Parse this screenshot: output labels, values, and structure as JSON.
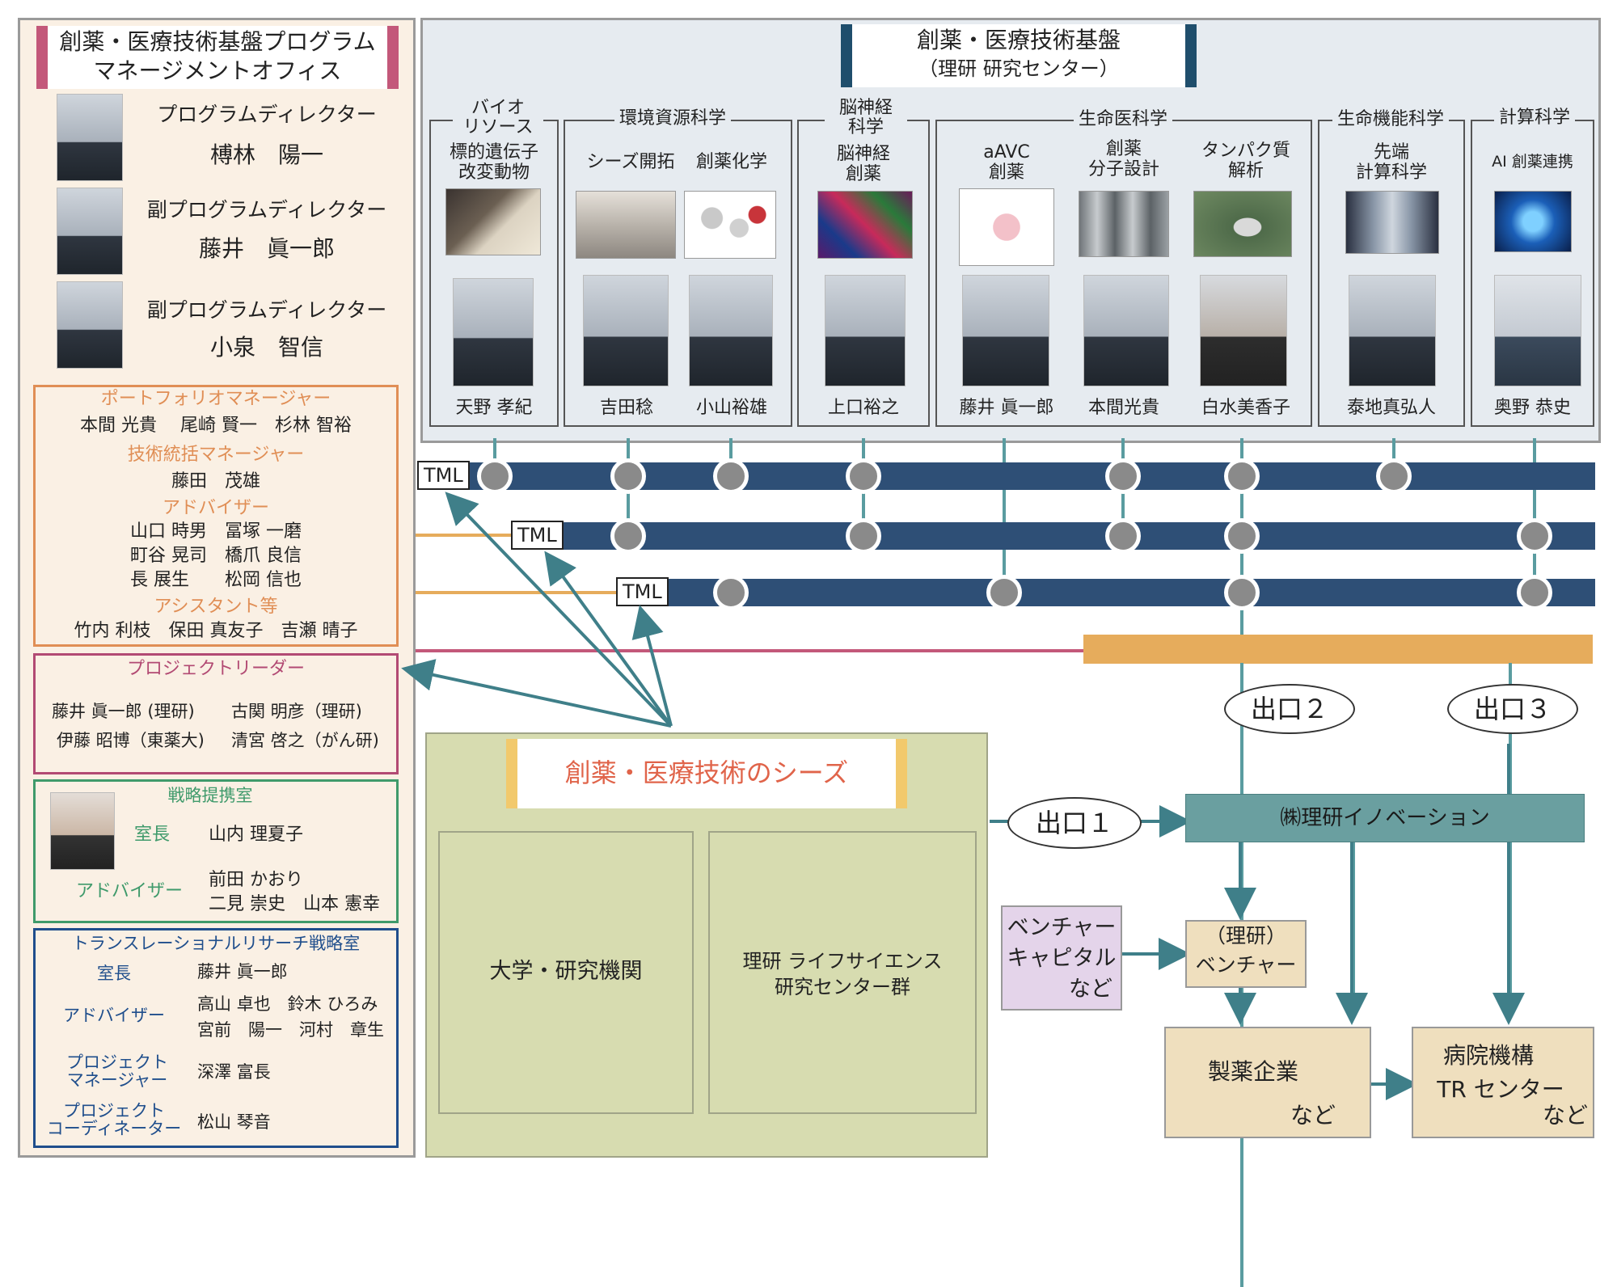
{
  "left_panel": {
    "header_line1": "創薬・医療技術基盤プログラム",
    "header_line2": "マネージメントオフィス",
    "directors": [
      {
        "role": "プログラムディレクター",
        "name": "榑林　陽一"
      },
      {
        "role": "副プログラムディレクター",
        "name": "藤井　眞一郎"
      },
      {
        "role": "副プログラムディレクター",
        "name": "小泉　智信"
      }
    ],
    "portfolio": {
      "title": "ポートフォリオマネージャー",
      "names": "本間 光貴　 尾崎 賢一　杉林 智裕",
      "tech_title": "技術統括マネージャー",
      "tech_names": "藤田　茂雄",
      "advisor_title": "アドバイザー",
      "advisor_line1": "山口 時男　冨塚 一磨",
      "advisor_line2": "町谷 晃司　橋爪 良信",
      "advisor_line3": "長 展生　　松岡 信也",
      "assistant_title": "アシスタント等",
      "assistant_names": "竹内 利枝　保田 真友子　吉瀬 晴子"
    },
    "project_leader": {
      "title": "プロジェクトリーダー",
      "row1_a": "藤井 眞一郎 (理研)",
      "row1_b": "古関 明彦（理研)",
      "row2_a": "伊藤 昭博（東薬大)",
      "row2_b": "清宮 啓之（がん研)"
    },
    "strategy": {
      "title": "戦略提携室",
      "chief_label": "室長",
      "chief_name": "山内 理夏子",
      "advisor_label": "アドバイザー",
      "advisor_line1": "前田 かおり",
      "advisor_line2": "二見 崇史　山本 憲幸"
    },
    "translational": {
      "title": "トランスレーショナルリサーチ戦略室",
      "chief_label": "室長",
      "chief_name": "藤井 眞一郎",
      "advisor_label": "アドバイザー",
      "advisor_line1": "高山 卓也　鈴木 ひろみ",
      "advisor_line2": "宮前　陽一　河村　章生",
      "pm_label_1": "プロジェクト",
      "pm_label_2": "マネージャー",
      "pm_name": "深澤 富長",
      "pc_label_1": "プロジェクト",
      "pc_label_2": "コーディネーター",
      "pc_name": "松山 琴音"
    }
  },
  "top_panel": {
    "title": "創薬・医療技術基盤",
    "subtitle": "（理研 研究センター）",
    "groups": [
      {
        "label": "バイオ\nリソース",
        "sub": "標的遺伝子\n改変動物",
        "people": [
          "天野 孝紀"
        ]
      },
      {
        "label": "環境資源科学",
        "subs": [
          "シーズ開拓",
          "創薬化学"
        ],
        "people": [
          "吉田稔",
          "小山裕雄"
        ]
      },
      {
        "label": "脳神経\n科学",
        "sub": "脳神経\n創薬",
        "people": [
          "上口裕之"
        ]
      },
      {
        "label": "生命医科学",
        "subs": [
          "aAVC\n創薬",
          "創薬\n分子設計",
          "タンパク質\n解析"
        ],
        "people": [
          "藤井 眞一郎",
          "本間光貴",
          "白水美香子"
        ]
      },
      {
        "label": "生命機能科学",
        "sub": "先端\n計算科学",
        "people": [
          "泰地真弘人"
        ]
      },
      {
        "label": "計算科学",
        "sub": "AI 創薬連携",
        "people": [
          "奥野 恭史"
        ]
      }
    ]
  },
  "tml_label": "TML",
  "seeds": {
    "title": "創薬・医療技術のシーズ",
    "univ": "大学・研究機関",
    "riken_line1": "理研 ライフサイエンス",
    "riken_line2": "研究センター群"
  },
  "exits": {
    "exit1": "出口１",
    "exit2": "出口２",
    "exit3": "出口３"
  },
  "innovation": "㈱理研イノベーション",
  "vc_line1": "ベンチャー",
  "vc_line2": "キャピタル",
  "vc_line3": "など",
  "venture_line1": "（理研）",
  "venture_line2": "ベンチャー",
  "pharma_line1": "製薬企業",
  "pharma_line2": "など",
  "hospital_line1": "病院機構",
  "hospital_line2": "TR センター",
  "hospital_line3": "など",
  "colors": {
    "bar": "#2e4f76",
    "teal": "#5a9ca0",
    "orange_bar": "#e6ac5c",
    "panel_beige": "#faf0e4",
    "green_panel": "#d7dcb0",
    "innovation": "#6a9fa0",
    "tan_box": "#efdfbe",
    "vc_box": "#e4d4ea"
  }
}
